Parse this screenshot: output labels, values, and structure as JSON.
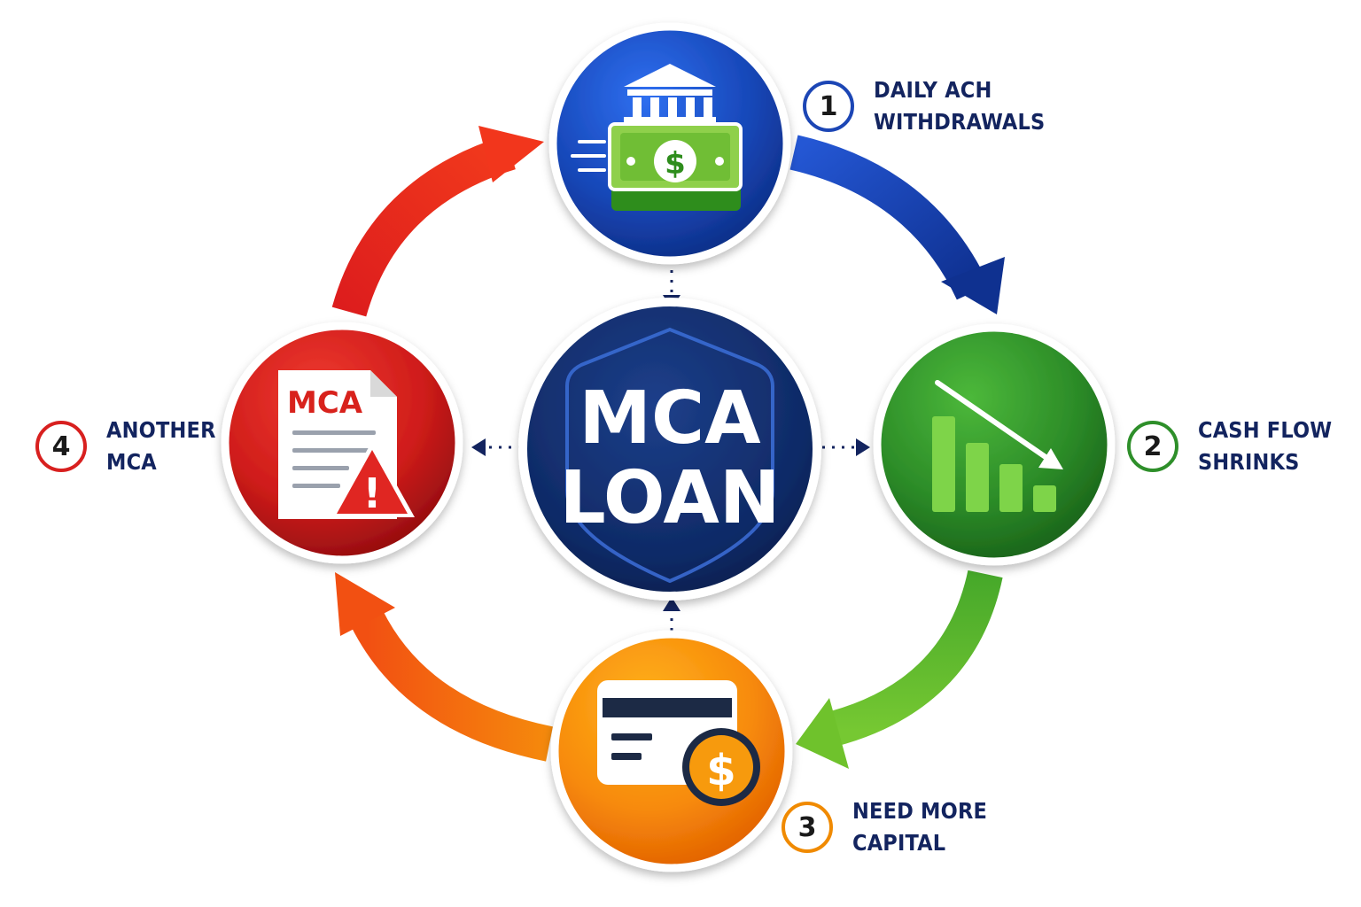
{
  "center": {
    "line1": "MCA",
    "line2": "LOAN"
  },
  "steps": [
    {
      "number": "1",
      "line1": "DAILY ACH",
      "line2": "WITHDRAWALS",
      "icon": "bank-cash-icon",
      "color": "#1c46b5"
    },
    {
      "number": "2",
      "line1": "CASH FLOW",
      "line2": "SHRINKS",
      "icon": "declining-bar-chart-icon",
      "color": "#2e8f2a"
    },
    {
      "number": "3",
      "line1": "NEED MORE",
      "line2": "CAPITAL",
      "icon": "credit-card-dollar-icon",
      "color": "#f08a00"
    },
    {
      "number": "4",
      "line1": "ANOTHER",
      "line2": "MCA",
      "icon": "mca-document-warning-icon",
      "color": "#d8201f"
    }
  ],
  "icons": {
    "document_label": "MCA",
    "dollar_symbol": "$",
    "warning_symbol": "!"
  },
  "colors": {
    "navy": "#0d2a66",
    "blue_arrow": "#1c3fa8",
    "green_arrow": "#5ab52a",
    "orange_arrow": "#f26a12",
    "red_arrow": "#e3261c"
  }
}
